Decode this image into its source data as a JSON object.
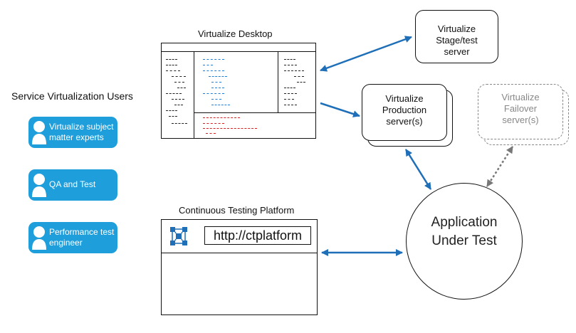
{
  "users": {
    "title": "Service Virtualization Users",
    "items": [
      {
        "label": "Virtualize subject matter experts"
      },
      {
        "label": "QA and Test"
      },
      {
        "label": "Performance test engineer"
      }
    ]
  },
  "desktop": {
    "title": "Virtualize Desktop"
  },
  "servers": {
    "stage": "Virtualize Stage/test server",
    "production": "Virtualize Production server(s)",
    "failover": "Virtualize Failover server(s)"
  },
  "ctp": {
    "title": "Continuous Testing Platform",
    "url": "http://ctplatform"
  },
  "aut": {
    "label": "Application Under Test"
  },
  "colors": {
    "accent": "#1e9fdc",
    "arrow": "#1e6fb8",
    "dashed_arrow": "#777777"
  },
  "icons": [
    "user-icon",
    "ctp-logo-icon"
  ]
}
